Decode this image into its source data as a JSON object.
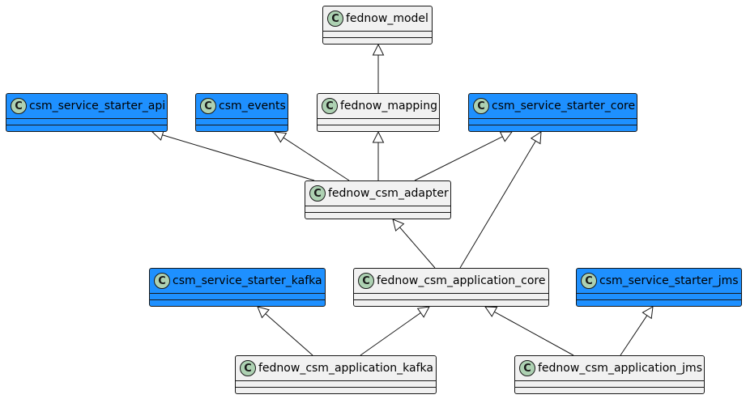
{
  "diagram": {
    "icon_letter": "C",
    "colors": {
      "default_fill": "#f1f1f1",
      "highlight_fill": "#1e90ff",
      "icon_fill": "#add1b2",
      "stroke": "#181818"
    },
    "classes": [
      {
        "id": "fednow_model",
        "name": "fednow_model",
        "highlight": false
      },
      {
        "id": "csm_service_starter_api",
        "name": "csm_service_starter_api",
        "highlight": true
      },
      {
        "id": "csm_events",
        "name": "csm_events",
        "highlight": true
      },
      {
        "id": "fednow_mapping",
        "name": "fednow_mapping",
        "highlight": false
      },
      {
        "id": "csm_service_starter_core",
        "name": "csm_service_starter_core",
        "highlight": true
      },
      {
        "id": "fednow_csm_adapter",
        "name": "fednow_csm_adapter",
        "highlight": false
      },
      {
        "id": "csm_service_starter_kafka",
        "name": "csm_service_starter_kafka",
        "highlight": true
      },
      {
        "id": "fednow_csm_application_core",
        "name": "fednow_csm_application_core",
        "highlight": false
      },
      {
        "id": "csm_service_starter_jms",
        "name": "csm_service_starter_jms",
        "highlight": true
      },
      {
        "id": "fednow_csm_application_kafka",
        "name": "fednow_csm_application_kafka",
        "highlight": false
      },
      {
        "id": "fednow_csm_application_jms",
        "name": "fednow_csm_application_jms",
        "highlight": false
      }
    ],
    "inheritance": [
      {
        "child": "fednow_mapping",
        "parent": "fednow_model"
      },
      {
        "child": "fednow_csm_adapter",
        "parent": "csm_service_starter_api"
      },
      {
        "child": "fednow_csm_adapter",
        "parent": "csm_events"
      },
      {
        "child": "fednow_csm_adapter",
        "parent": "fednow_mapping"
      },
      {
        "child": "fednow_csm_adapter",
        "parent": "csm_service_starter_core"
      },
      {
        "child": "fednow_csm_application_core",
        "parent": "fednow_csm_adapter"
      },
      {
        "child": "fednow_csm_application_core",
        "parent": "csm_service_starter_core"
      },
      {
        "child": "fednow_csm_application_kafka",
        "parent": "csm_service_starter_kafka"
      },
      {
        "child": "fednow_csm_application_kafka",
        "parent": "fednow_csm_application_core"
      },
      {
        "child": "fednow_csm_application_jms",
        "parent": "fednow_csm_application_core"
      },
      {
        "child": "fednow_csm_application_jms",
        "parent": "csm_service_starter_jms"
      }
    ]
  }
}
